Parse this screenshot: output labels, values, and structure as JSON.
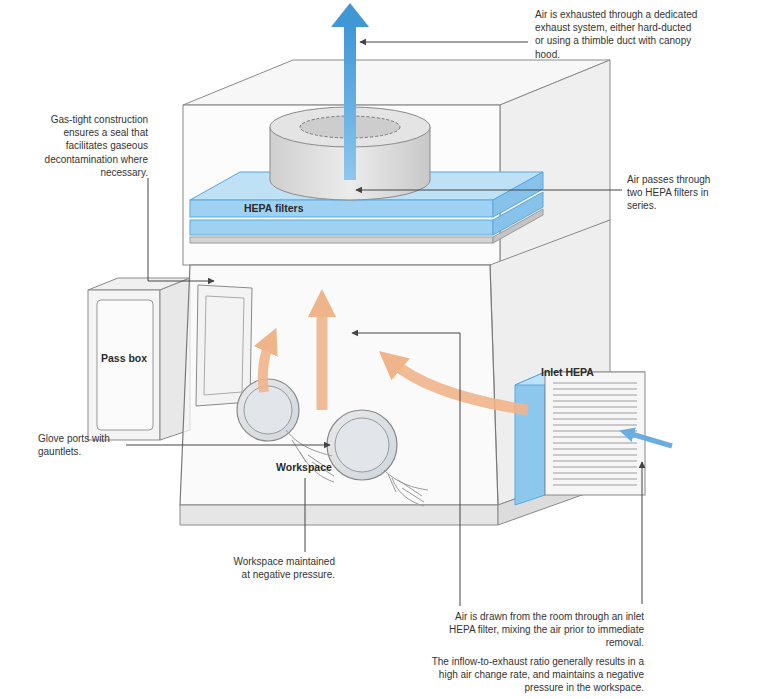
{
  "diagram": {
    "labels": [
      "Air is exhausted through a dedicated exhaust system, either hard-ducted or using a thimble duct with canopy hood.",
      "Gas-tight construction ensures a seal that facilitates gaseous decontamination where necessary.",
      "HEPA filters",
      "Air passes through two HEPA filters in series.",
      "Pass box",
      "Inlet HEPA",
      "Glove ports with gauntlets.",
      "Workspace",
      "Workspace maintained at negative pressure.",
      "Air is drawn from the room through an inlet HEPA filter, mixing the air prior to immediate removal.",
      "The inflow-to-exhaust ratio generally results in a high air change rate, and maintains a negative pressure in the workspace."
    ]
  }
}
